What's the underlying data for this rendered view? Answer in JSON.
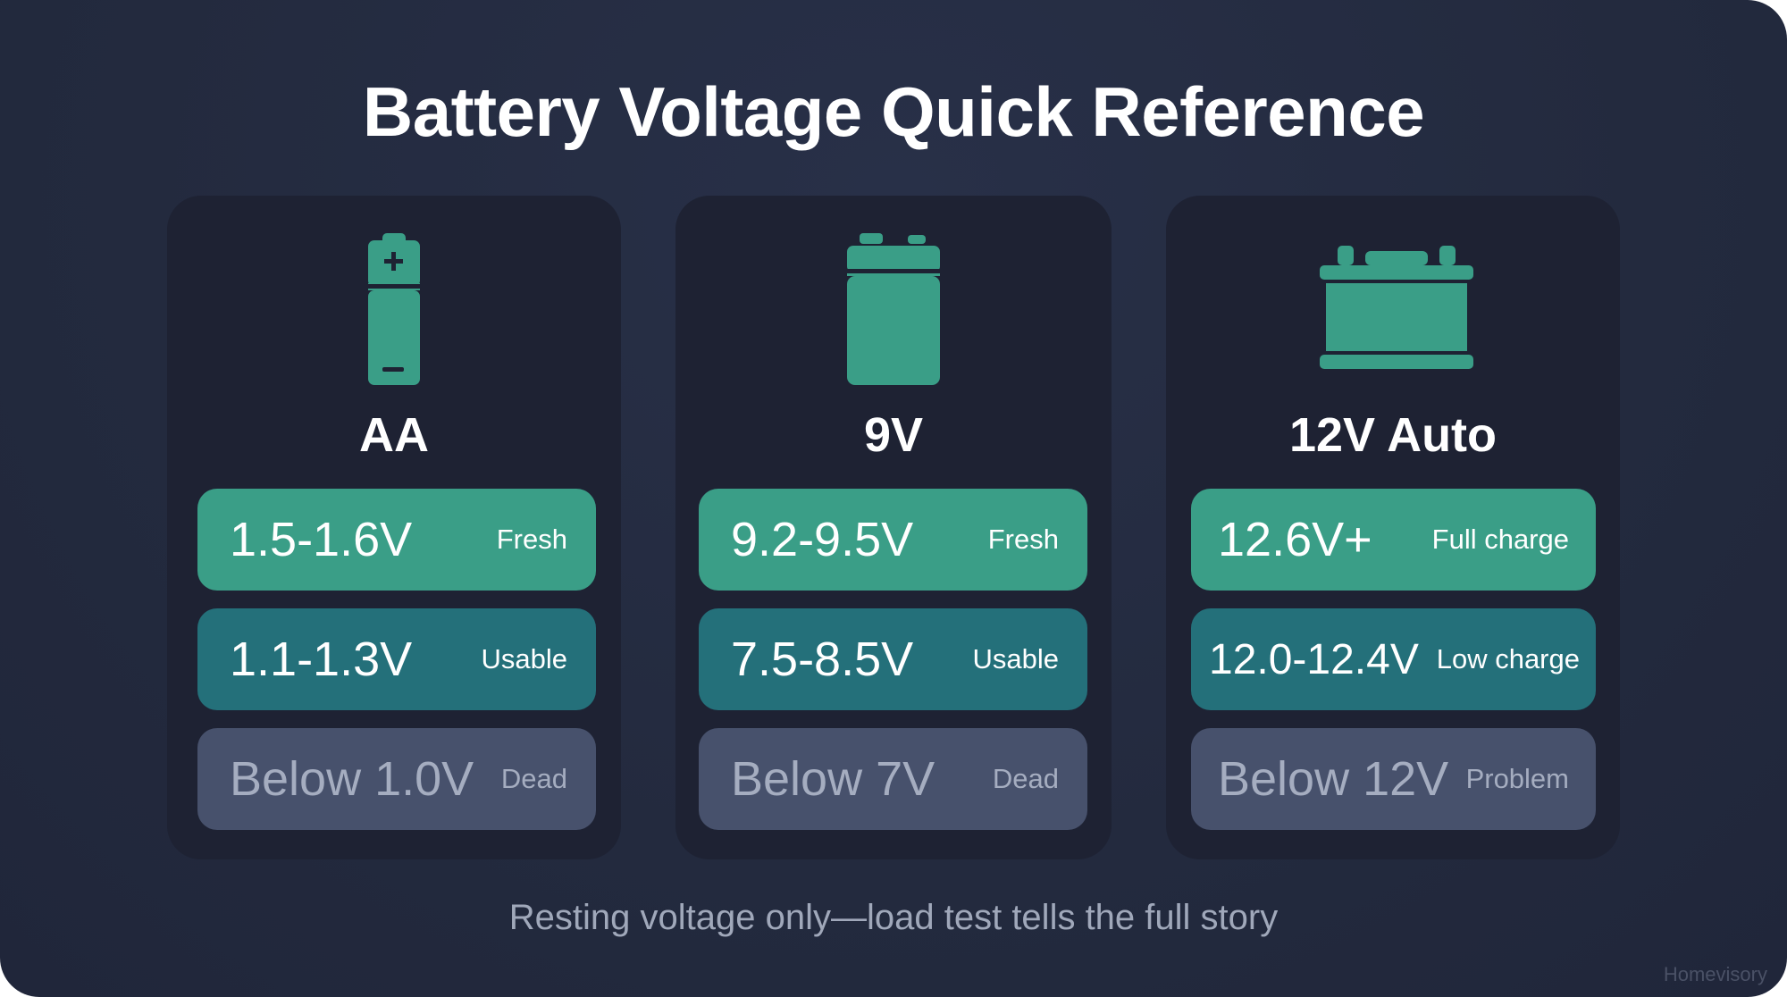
{
  "title": "Battery Voltage Quick Reference",
  "colors": {
    "background": "#232a3e",
    "card": "#1e2233",
    "fresh": "#3a9e87",
    "usable": "#24707a",
    "dead": "#47516c",
    "icon": "#3a9e87"
  },
  "cards": [
    {
      "label": "AA",
      "icon": "aa-battery-icon",
      "rows": [
        {
          "value": "1.5-1.6V",
          "status": "Fresh"
        },
        {
          "value": "1.1-1.3V",
          "status": "Usable"
        },
        {
          "value": "Below 1.0V",
          "status": "Dead"
        }
      ]
    },
    {
      "label": "9V",
      "icon": "9v-battery-icon",
      "rows": [
        {
          "value": "9.2-9.5V",
          "status": "Fresh"
        },
        {
          "value": "7.5-8.5V",
          "status": "Usable"
        },
        {
          "value": "Below 7V",
          "status": "Dead"
        }
      ]
    },
    {
      "label": "12V Auto",
      "icon": "car-battery-icon",
      "rows": [
        {
          "value": "12.6V+",
          "status": "Full charge"
        },
        {
          "value": "12.0-12.4V",
          "status": "Low charge"
        },
        {
          "value": "Below 12V",
          "status": "Problem"
        }
      ]
    }
  ],
  "footer": "Resting voltage only—load test tells the full story",
  "watermark": "Homevisory"
}
